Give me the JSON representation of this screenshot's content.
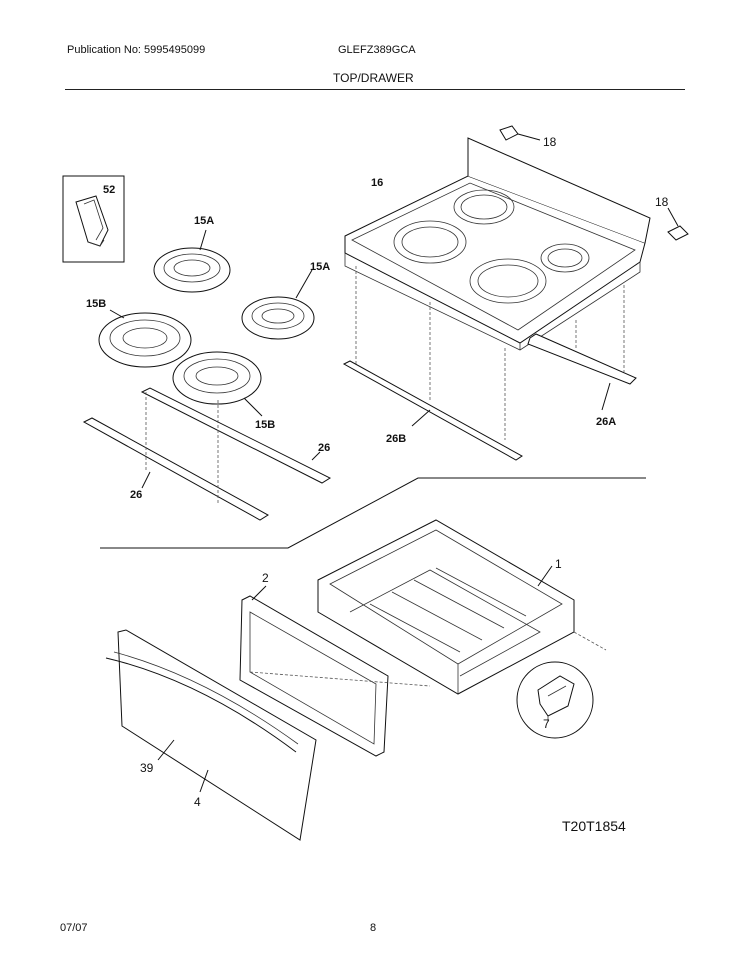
{
  "header": {
    "publication": "Publication No: 5995495099",
    "model": "GLEFZ389GCA",
    "section": "TOP/DRAWER"
  },
  "callouts": {
    "c1": "1",
    "c2": "2",
    "c4": "4",
    "c7": "7",
    "c15a": "15A",
    "c15b": "15B",
    "c16": "16",
    "c18": "18",
    "c26": "26",
    "c26a": "26A",
    "c26b": "26B",
    "c39": "39",
    "c52": "52"
  },
  "diagram_id": "T20T1854",
  "footer": {
    "date": "07/07",
    "page": "8"
  }
}
